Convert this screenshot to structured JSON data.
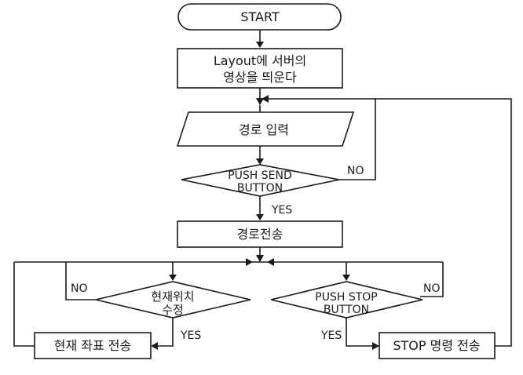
{
  "nodes": {
    "start": {
      "label": "START"
    },
    "show_layout": {
      "line1": "Layout에 서버의",
      "line2": "영상을 띄운다"
    },
    "route_input": {
      "label": "경로 입력"
    },
    "push_send": {
      "line1": "PUSH SEND",
      "line2": "BUTTON"
    },
    "route_send": {
      "label": "경로전송"
    },
    "position_modified": {
      "line1": "현재위치",
      "line2": "수정"
    },
    "push_stop": {
      "line1": "PUSH STOP",
      "line2": "BUTTON"
    },
    "send_coords": {
      "label": "현재 좌표 전송"
    },
    "send_stop": {
      "label": "STOP 명령 전송"
    }
  },
  "edges": {
    "send_no": "NO",
    "send_yes": "YES",
    "position_no": "NO",
    "position_yes": "YES",
    "stop_no": "NO",
    "stop_yes": "YES"
  }
}
